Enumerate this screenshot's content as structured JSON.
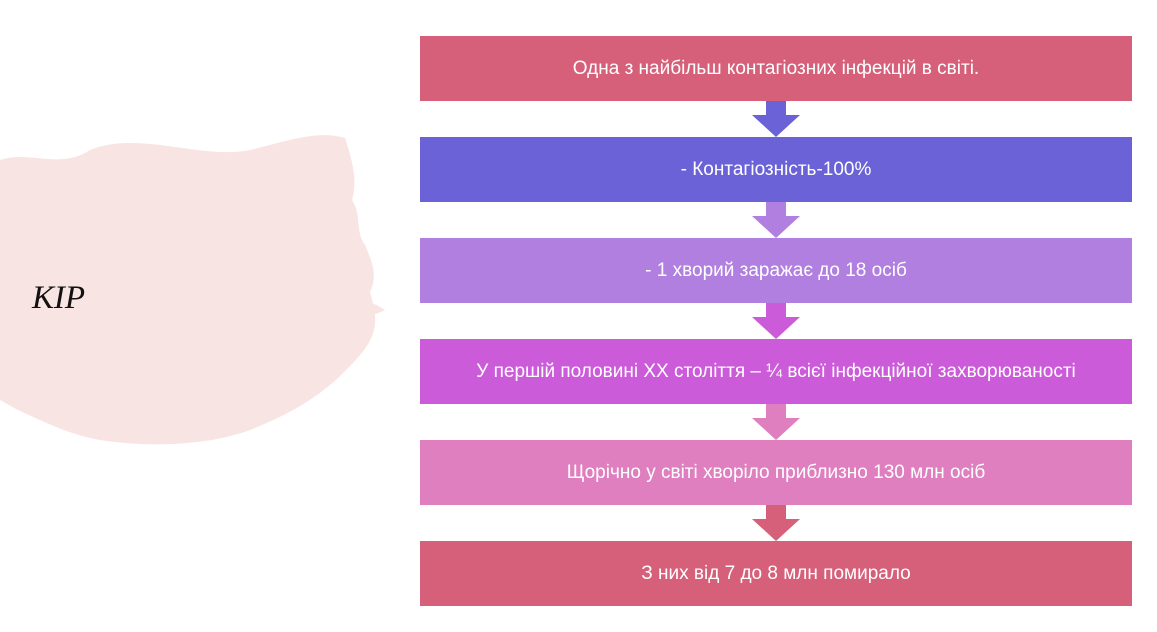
{
  "slide": {
    "title": "КІР"
  },
  "steps": [
    {
      "text": "Одна з найбільш контагіозних інфекцій в світі.",
      "color": "#d6607a"
    },
    {
      "text": "- Контагіозність-100%",
      "color": "#6b62d8"
    },
    {
      "text": "- 1 хворий заражає до 18 осіб",
      "color": "#b07fe0"
    },
    {
      "text": "У першій половині ХХ століття – ¼ всієї інфекційної захворюваності",
      "color": "#cb5bd8"
    },
    {
      "text": "Щорічно у світі хворіло приблизно 130 млн осіб",
      "color": "#df7fc0"
    },
    {
      "text": "З них від 7 до 8 млн помирало",
      "color": "#d6607a"
    }
  ],
  "colors": {
    "brush": "#f8e4e2"
  }
}
